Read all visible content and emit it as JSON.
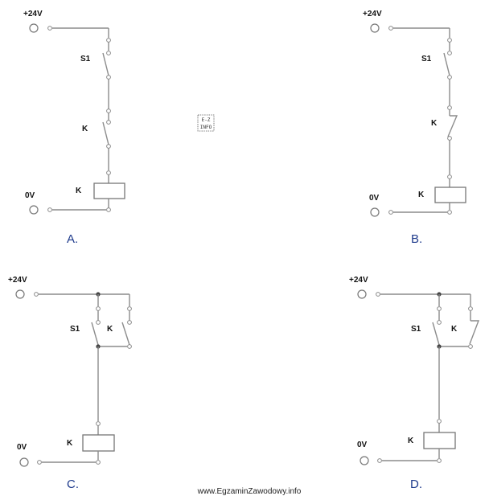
{
  "diagrams": [
    {
      "id": "A",
      "caption": "A.",
      "supply_label": "+24V",
      "ground_label": "0V",
      "switch_label": "S1",
      "contact_label": "K",
      "coil_label": "K"
    },
    {
      "id": "B",
      "caption": "B.",
      "supply_label": "+24V",
      "ground_label": "0V",
      "switch_label": "S1",
      "contact_label": "K",
      "coil_label": "K"
    },
    {
      "id": "C",
      "caption": "C.",
      "supply_label": "+24V",
      "ground_label": "0V",
      "switch_label": "S1",
      "contact_label": "K",
      "coil_label": "K"
    },
    {
      "id": "D",
      "caption": "D.",
      "supply_label": "+24V",
      "ground_label": "0V",
      "switch_label": "S1",
      "contact_label": "K",
      "coil_label": "K"
    }
  ],
  "logo": {
    "line1": "E-Z",
    "line2": "INFO"
  },
  "footer": {
    "site": "www.EgzaminZawodowy.info"
  }
}
